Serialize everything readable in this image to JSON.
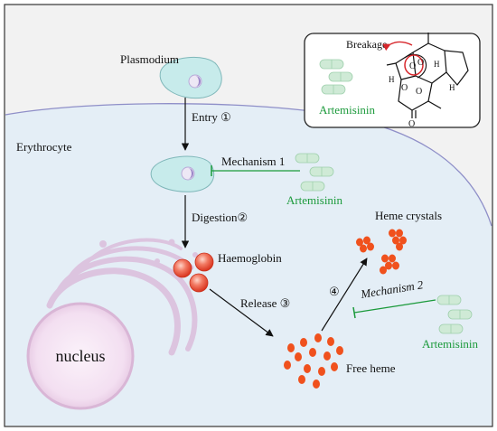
{
  "labels": {
    "plasmodium": "Plasmodium",
    "erythrocyte": "Erythrocyte",
    "entry": "Entry ①",
    "mechanism1": "Mechanism 1",
    "digestion": "Digestion②",
    "haemoglobin": "Haemoglobin",
    "release": "Release ③",
    "step4": "④",
    "mechanism2": "Mechanism 2",
    "heme_crystals": "Heme crystals",
    "free_heme": "Free heme",
    "nucleus": "nucleus",
    "breakage": "Breakage"
  },
  "drug_labels": {
    "top_inset": "Artemisinin",
    "mechanism1": "Artemisinin",
    "mechanism2": "Artemisinin"
  },
  "structure_labels": {
    "h_top": "H",
    "h_right": "H",
    "h_left": "H"
  },
  "colors": {
    "background_outer": "#f2f2f2",
    "erythrocyte_fill": "#e4eef6",
    "erythrocyte_edge": "#8f8fc8",
    "parasite_fill": "#c7ebeb",
    "parasite_edge": "#7fb7b9",
    "drug_green": "#1b9a3b",
    "pill_fill": "#cfead6",
    "haemoglobin_red": "#e8412c",
    "heme_orange": "#f0511d",
    "nucleus_fill": "#f2dff0",
    "nucleus_edge": "#d9b6d6",
    "golgi": "#dcc4df",
    "breakage_red": "#d7262b"
  }
}
